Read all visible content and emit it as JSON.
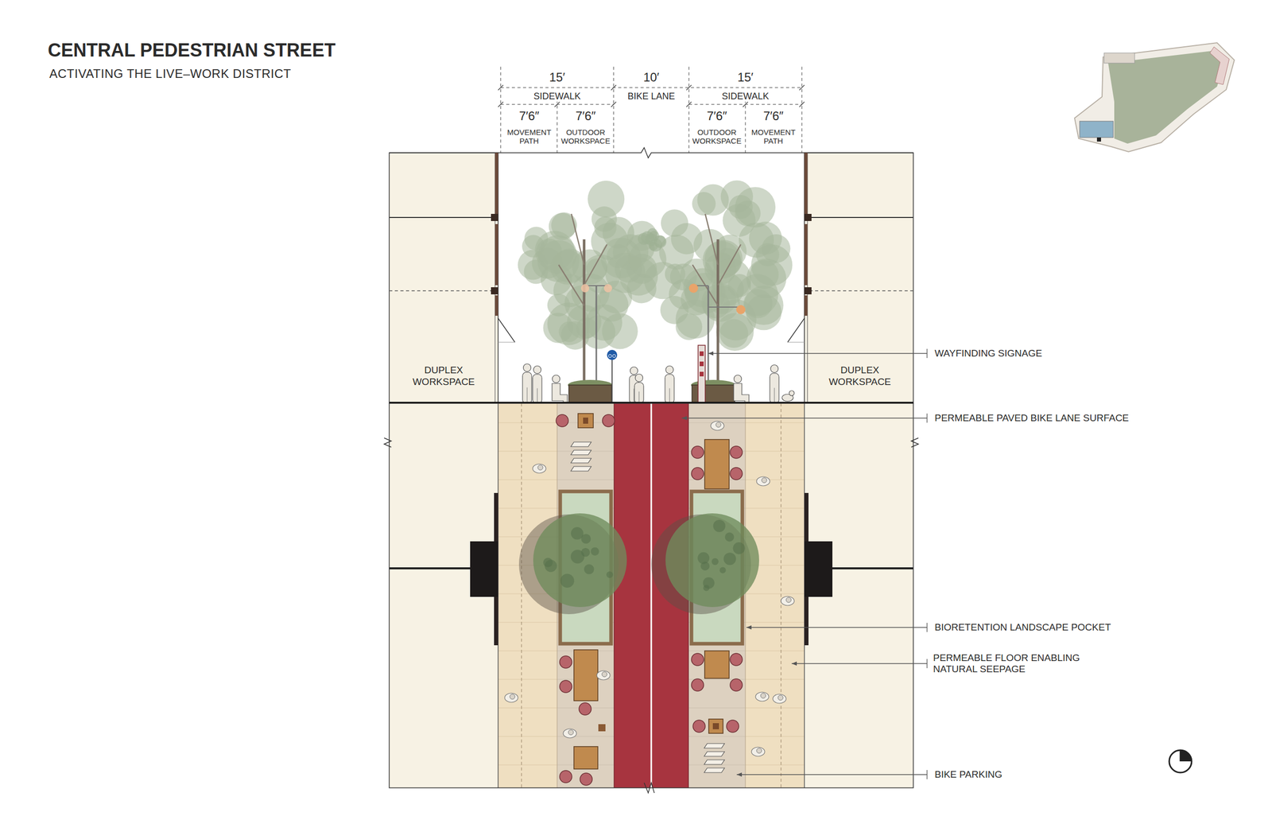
{
  "diagram": {
    "title": "CENTRAL PEDESTRIAN STREET",
    "nodes": [
      {
        "text": [
          "DUPLEX WORKSPACE"
        ]
      },
      {
        "text": [
          "DUPLEX WORKSPACE"
        ]
      }
    ],
    "labels": [
      "ACTIVATING THE LIVE–WORK DISTRICT",
      "15′",
      "SIDEWALK",
      "10′",
      "BIKE LANE",
      "15′",
      "SIDEWALK",
      "7′6″",
      "7′6″",
      "7′6″",
      "7′6″",
      "MOVEMENT PATH",
      "OUTDOOR WORKSPACE",
      "OUTDOOR WORKSPACE",
      "MOVEMENT PATH",
      "WAYFINDING SIGNAGE",
      "PERMEABLE PAVED BIKE LANE SURFACE",
      "BIORETENTION LANDSCAPE POCKET",
      "PERMEABLE FLOOR ENABLING NATURAL SEEPAGE",
      "BIKE PARKING"
    ]
  }
}
